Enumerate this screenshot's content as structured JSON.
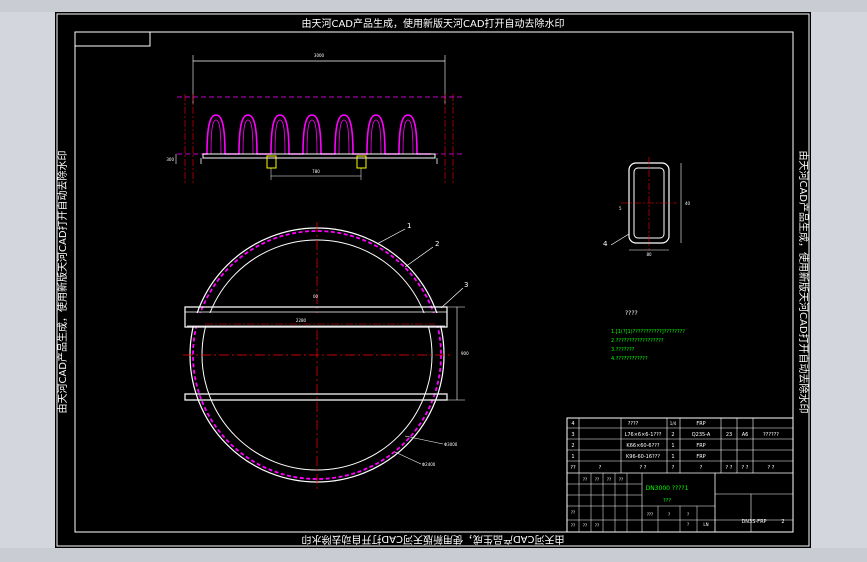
{
  "watermark": {
    "top": "由天河CAD产品生成，使用新版天河CAD打开自动去除水印",
    "bottom": "由天河CAD产品生成，使用新版天河CAD打开自动去除水印",
    "left": "由天河CAD产品生成，使用新版天河CAD打开自动去除水印",
    "right": "由天河CAD产品生成，使用新版天河CAD打开自动去除水印"
  },
  "colors": {
    "background": "#000000",
    "frame": "#ffffff",
    "dimension": "#00ffff",
    "centerline": "#ff0000",
    "part": "#ff00ff",
    "note": "#00ff00",
    "outline": "#ffffff"
  },
  "top_view": {
    "overall_dim": "3000",
    "left_height_dim": "300",
    "bottom_dim": "780"
  },
  "section_detail": {
    "width_dim": "80",
    "height_dim": "40",
    "inner_dim": "5",
    "leader": "4"
  },
  "plan_view": {
    "leaders": [
      "1",
      "2",
      "3"
    ],
    "beam_dim": "2280",
    "span_dim": "900",
    "diameter_label": "Φ3000",
    "center_label": "00",
    "ring_label": "Φ2400"
  },
  "notes": {
    "heading": "????",
    "lines": [
      "1.[1(?[1)???????????]????????",
      "2.??????????????????",
      "3.???????",
      "4.????????????"
    ]
  },
  "bom": {
    "rows": [
      [
        "4",
        "",
        "????",
        "",
        "1/4",
        "FRP",
        "",
        "",
        ""
      ],
      [
        "3",
        "",
        "L76×6×6-1???",
        "",
        "2",
        "Q235-A",
        "23",
        "A6",
        "??????"
      ],
      [
        "2",
        "",
        "K66×60-6???",
        "",
        "1",
        "FRP",
        "",
        "",
        ""
      ],
      [
        "1",
        "",
        "K96-60-16???",
        "",
        "1",
        "FRP",
        "",
        "",
        ""
      ],
      [
        "??",
        "?",
        "? ?",
        "?",
        "?",
        "? ?",
        "? ?",
        "? ?",
        ""
      ]
    ],
    "title_main": "DN3000 ????1",
    "title_sub": "???",
    "drawing_no": "DN3S-FRP",
    "sheet": "2",
    "block_labels": [
      "??",
      "??",
      "??",
      "??",
      "??",
      "??",
      "??",
      "??"
    ],
    "sign_row": [
      "???",
      "?",
      "?",
      "LN",
      "?"
    ]
  }
}
